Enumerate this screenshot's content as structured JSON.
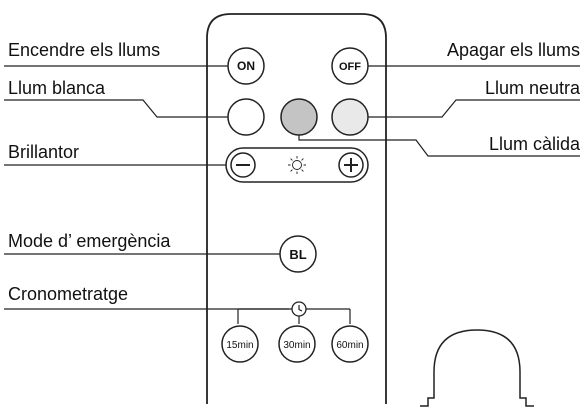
{
  "labels": {
    "on_label": "Encendre els llums",
    "off_label": "Apagar els llums",
    "white_label": "Llum blanca",
    "neutral_label": "Llum neutra",
    "warm_label": "Llum càlida",
    "brightness_label": "Brillantor",
    "emergency_label": "Mode d’ emergència",
    "timer_label": "Cronometratge"
  },
  "buttons": {
    "on": "ON",
    "off": "OFF",
    "bl": "BL",
    "brightness_minus": "−",
    "brightness_plus": "+",
    "timer_15": "15min",
    "timer_30": "30min",
    "timer_60": "60min"
  },
  "colors": {
    "white_button": "#ffffff",
    "warm_button": "#c4c4c4",
    "neutral_button": "#e9e9e9",
    "outline": "#222222"
  },
  "icons": {
    "brightness": "sun-icon",
    "timer": "clock-icon"
  }
}
